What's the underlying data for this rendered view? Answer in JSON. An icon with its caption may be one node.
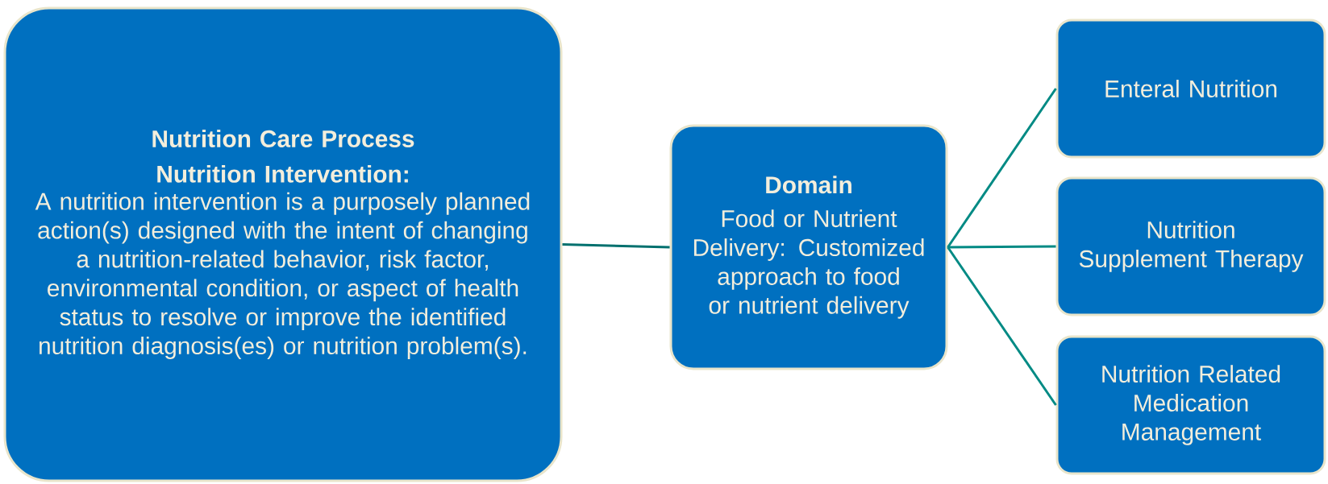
{
  "diagram": {
    "nodes": [
      {
        "text": [
          "Nutrition Care Process",
          "Nutrition Intervention:",
          "A nutrition intervention is a purposely planned action(s) designed with the intent of changing a nutrition-related behavior, risk factor, environmental condition, or aspect of health status to resolve or improve the identified nutrition diagnosis(es) or nutrition problem(s)."
        ]
      },
      {
        "text": [
          "Domain",
          "Food or Nutrient Delivery: Customized approach to food or nutrient delivery"
        ]
      },
      {
        "text": [
          "Enteral Nutrition"
        ]
      },
      {
        "text": [
          "Nutrition Supplement Therapy"
        ]
      },
      {
        "text": [
          "Nutrition Related Medication Management"
        ]
      }
    ],
    "edges": [
      {
        "from": 0,
        "to": 1,
        "arrow": "none",
        "color": "#00706e"
      },
      {
        "from": 1,
        "to": 2,
        "arrow": "none"
      },
      {
        "from": 1,
        "to": 3,
        "arrow": "none"
      },
      {
        "from": 1,
        "to": 4,
        "arrow": "none"
      }
    ]
  }
}
